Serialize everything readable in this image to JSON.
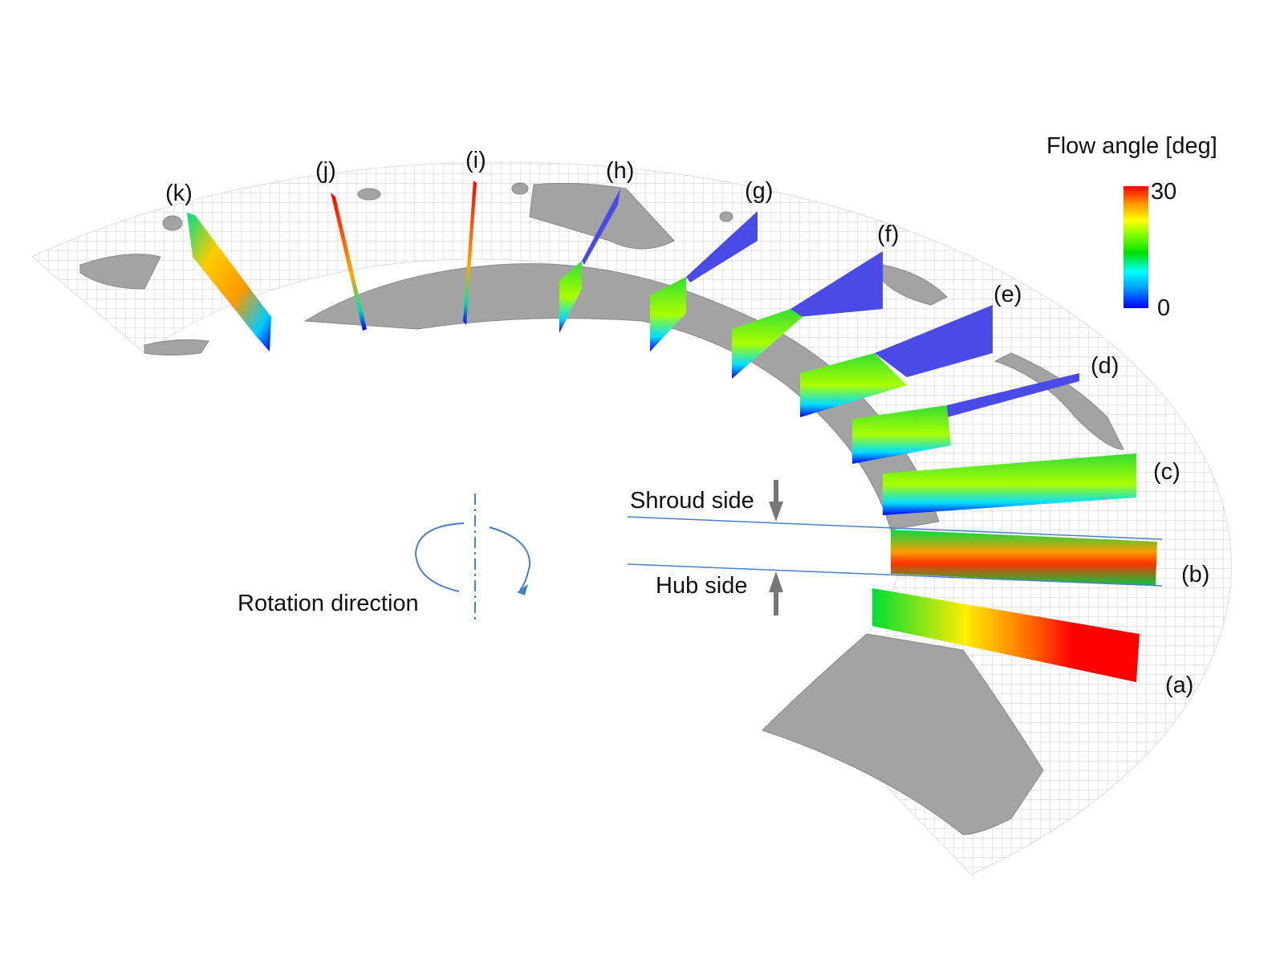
{
  "legend": {
    "title": "Flow angle [deg]",
    "max_label": "30",
    "min_label": "0",
    "range": [
      0,
      30
    ],
    "colormap": [
      "#0000ff",
      "#00aaff",
      "#00ffff",
      "#00e000",
      "#80ff00",
      "#ffff00",
      "#ff9900",
      "#ff0000"
    ]
  },
  "slice_labels": [
    "(a)",
    "(b)",
    "(c)",
    "(d)",
    "(e)",
    "(f)",
    "(g)",
    "(h)",
    "(i)",
    "(j)",
    "(k)"
  ],
  "annotations": {
    "shroud": "Shroud side",
    "hub": "Hub side",
    "rotation": "Rotation direction"
  },
  "colors": {
    "surface": "#9a9a9a",
    "grid": "#c8c8c8",
    "plane_blue": "#4a4ae6",
    "guide_line": "#4a7fc8"
  }
}
